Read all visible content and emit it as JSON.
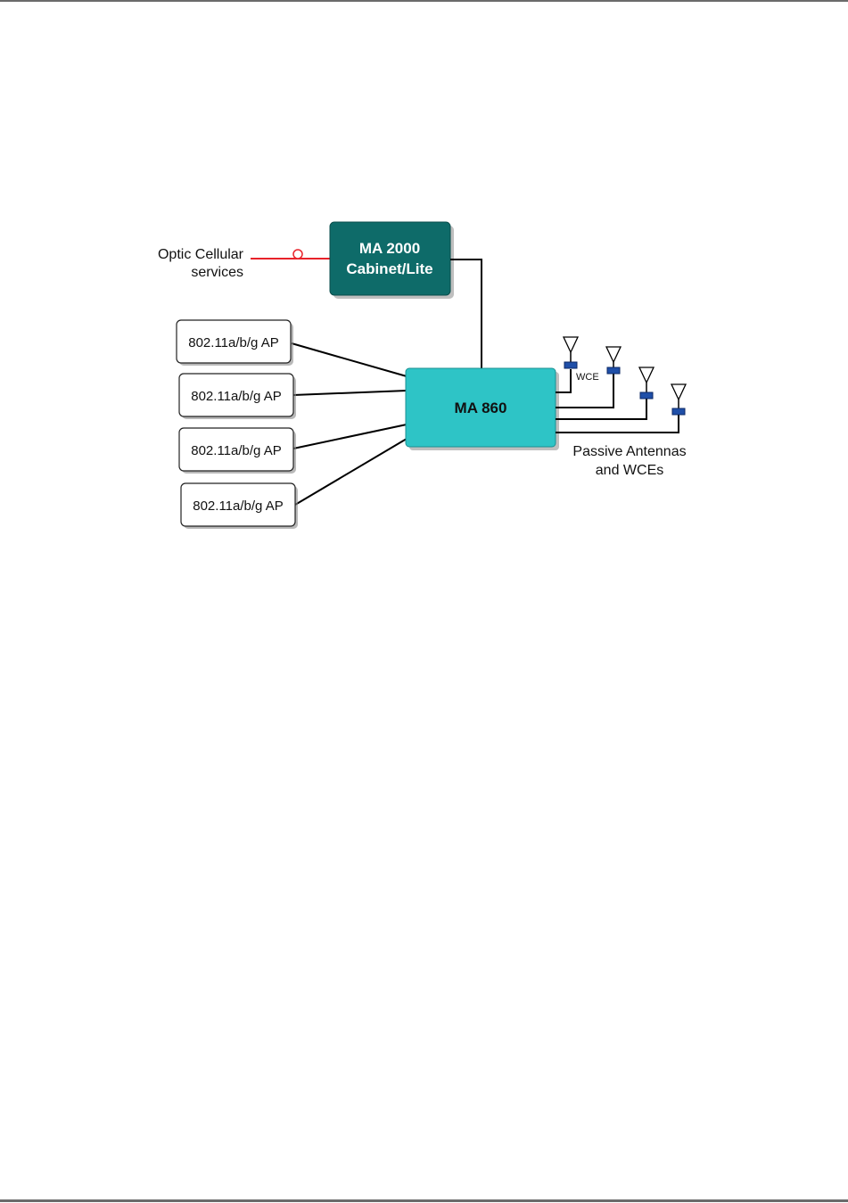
{
  "diagram": {
    "source": {
      "line1": "Optic Cellular",
      "line2": "services"
    },
    "cabinet": {
      "line1": "MA 2000",
      "line2": "Cabinet/Lite",
      "color": "#0e6b69"
    },
    "hub": {
      "label": "MA 860",
      "color": "#2ec4c6"
    },
    "access_points": [
      {
        "label": "802.11a/b/g AP"
      },
      {
        "label": "802.11a/b/g AP"
      },
      {
        "label": "802.11a/b/g AP"
      },
      {
        "label": "802.11a/b/g AP"
      }
    ],
    "wce_label": "WCE",
    "antennas_caption": {
      "line1": "Passive Antennas",
      "line2": "and WCEs"
    },
    "colors": {
      "fiber": "#e8222a",
      "wce": "#1f4fa8"
    }
  }
}
